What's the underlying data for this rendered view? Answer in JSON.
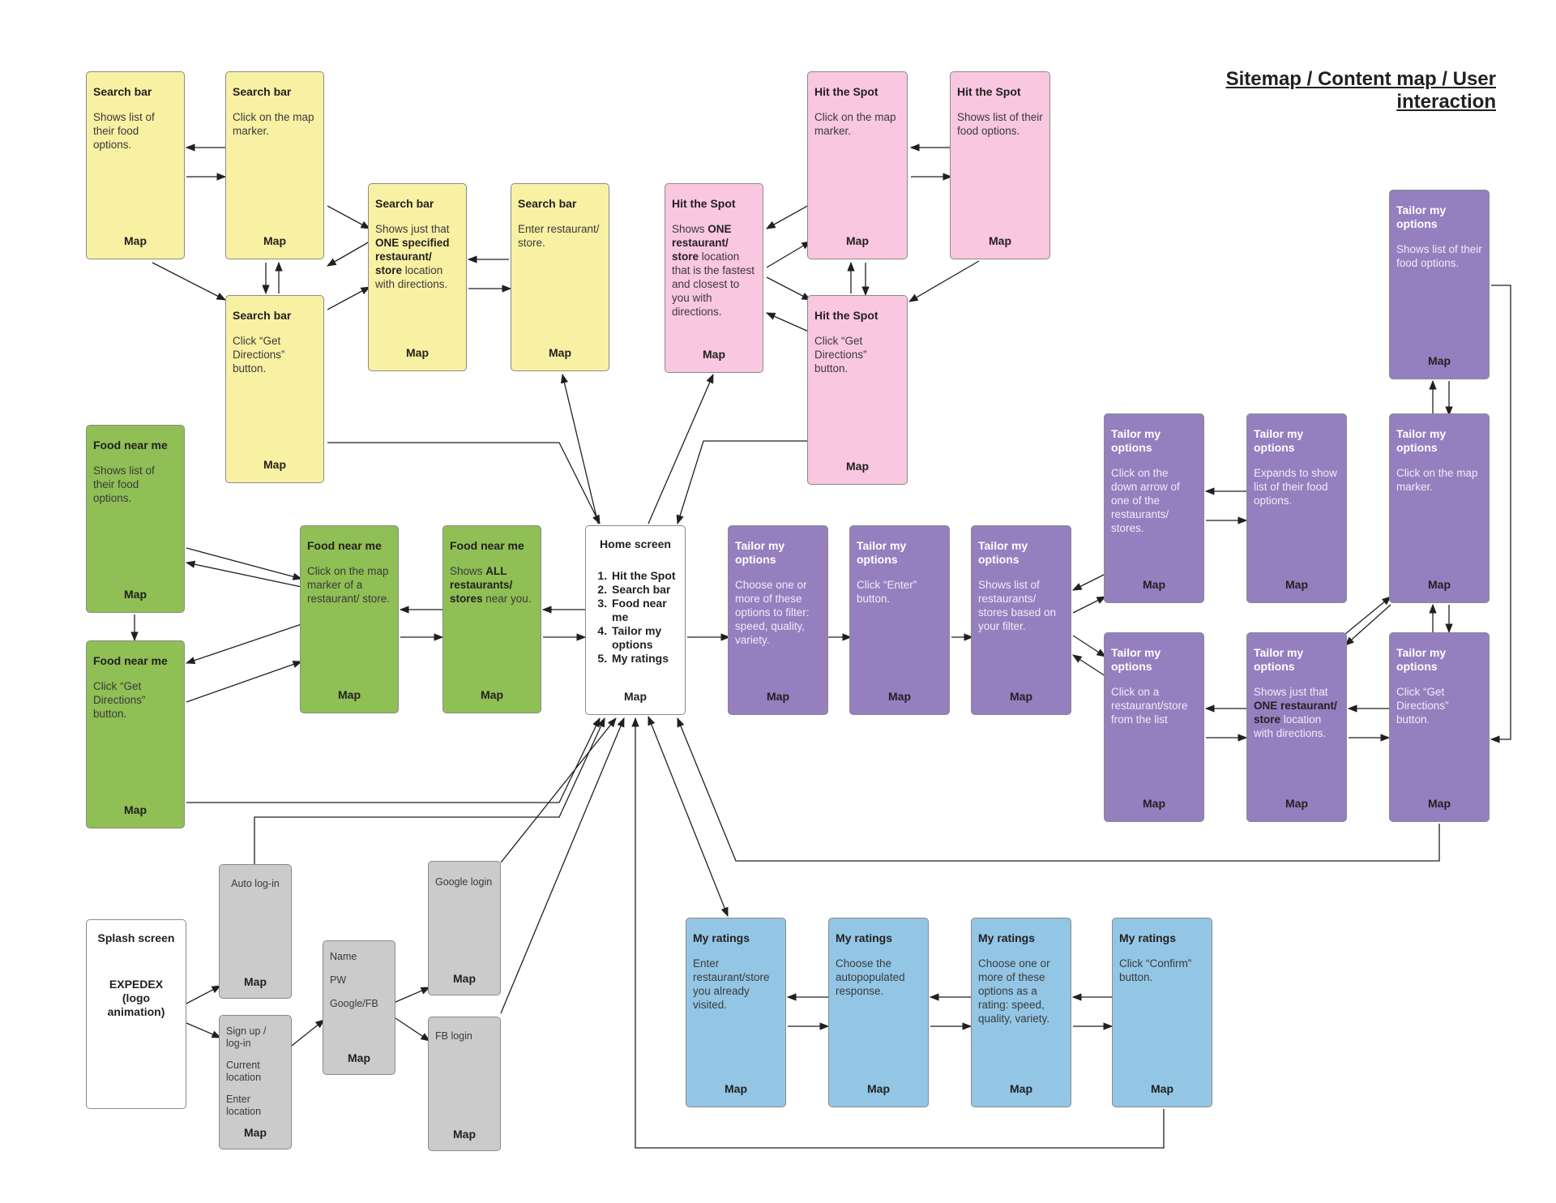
{
  "diagram": {
    "title": "Sitemap / Content map / User interaction",
    "map_label": "Map",
    "nodes": {
      "sb1": {
        "title": "Search bar",
        "desc": "Shows list of their food options."
      },
      "sb2": {
        "title": "Search bar",
        "desc": "Click on the map marker."
      },
      "sb3": {
        "title": "Search bar",
        "desc_pre": "Shows just that ",
        "desc_bold": "ONE specified restaurant/ store",
        "desc_post": " location with directions."
      },
      "sb4": {
        "title": "Search bar",
        "desc": "Enter restaurant/ store."
      },
      "sb5": {
        "title": "Search bar",
        "desc": "Click “Get Directions” button."
      },
      "hs1": {
        "title": "Hit the Spot",
        "desc_pre": "Shows ",
        "desc_bold": "ONE restaurant/ store",
        "desc_post": " location that is the fastest and closest to you with directions."
      },
      "hs2": {
        "title": "Hit the Spot",
        "desc": "Click on the map marker."
      },
      "hs3": {
        "title": "Hit the Spot",
        "desc": "Shows list of their food options."
      },
      "hs4": {
        "title": "Hit the Spot",
        "desc": "Click “Get Directions” button."
      },
      "fn1": {
        "title": "Food near me",
        "desc": "Shows list of their food options."
      },
      "fn2": {
        "title": "Food near me",
        "desc": "Click “Get Directions” button."
      },
      "fn3": {
        "title": "Food near me",
        "desc": "Click on the map marker of a restaurant/ store."
      },
      "fn4": {
        "title": "Food near me",
        "desc_pre": "Shows ",
        "desc_bold": "ALL restaurants/ stores",
        "desc_post": " near you."
      },
      "home": {
        "title": "Home screen",
        "items": [
          "Hit the Spot",
          "Search bar",
          "Food near me",
          "Tailor my options",
          "My ratings"
        ]
      },
      "tm1": {
        "title": "Tailor my options",
        "desc": "Choose one or more of these options to filter: speed, quality, variety."
      },
      "tm2": {
        "title": "Tailor my options",
        "desc": "Click “Enter” button."
      },
      "tm3": {
        "title": "Tailor my options",
        "desc": "Shows list of restaurants/ stores based on your filter."
      },
      "tm4": {
        "title": "Tailor my options",
        "desc": "Click on the down arrow of one of the restaurants/ stores."
      },
      "tm5": {
        "title": "Tailor my options",
        "desc": "Expands to show list of their food options."
      },
      "tm6": {
        "title": "Tailor my options",
        "desc": "Click on a restaurant/store from the list"
      },
      "tm7": {
        "title": "Tailor my options",
        "desc_pre": "Shows just that ",
        "desc_bold": "ONE restaurant/ store",
        "desc_post": " location with directions."
      },
      "tm8": {
        "title": "Tailor my options",
        "desc": "Shows list of their food options."
      },
      "tm9": {
        "title": "Tailor my options",
        "desc": "Click on the map marker."
      },
      "tm10": {
        "title": "Tailor my options",
        "desc": "Click “Get Directions” button."
      },
      "mr1": {
        "title": "My ratings",
        "desc": "Enter restaurant/store you already visited."
      },
      "mr2": {
        "title": "My ratings",
        "desc": "Choose the autopopulated response."
      },
      "mr3": {
        "title": "My ratings",
        "desc": "Choose one or more of these options as a rating: speed, quality, variety."
      },
      "mr4": {
        "title": "My ratings",
        "desc": "Click “Confirm” button."
      },
      "splash": {
        "title": "Splash screen",
        "line1": "EXPEDEX",
        "line2": "(logo animation)"
      },
      "auto": {
        "label": "Auto log-in"
      },
      "signup": {
        "fields": [
          "Sign up / log-in",
          "Current location",
          "Enter location"
        ]
      },
      "creds": {
        "fields": [
          "Name",
          "PW",
          "Google/FB"
        ]
      },
      "google": {
        "label": "Google login"
      },
      "fb": {
        "label": "FB login"
      }
    }
  },
  "colors": {
    "yellow": "#f8f1a3",
    "pink": "#f9c7df",
    "green": "#8fbf55",
    "purple": "#957fbf",
    "blue": "#93c6e5",
    "grey": "#cbcbcb",
    "arrow": "#231f20"
  }
}
